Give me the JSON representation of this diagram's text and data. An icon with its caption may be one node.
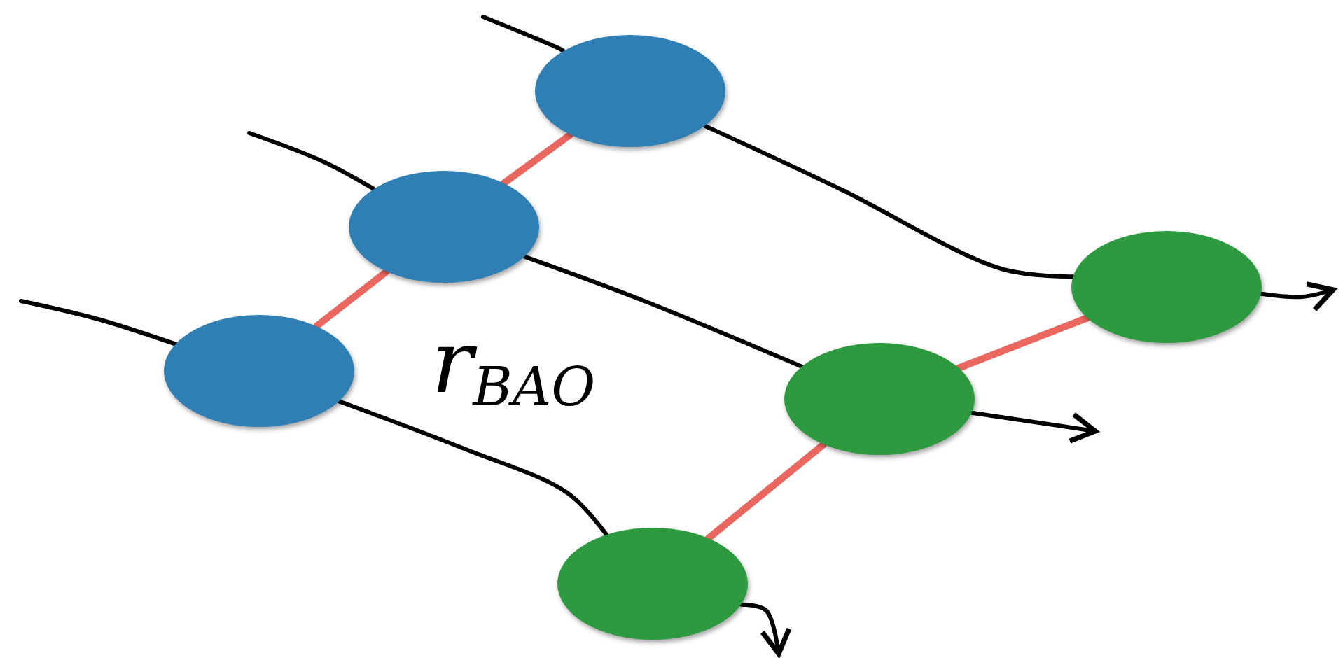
{
  "diagram": {
    "nodes": [
      {
        "text": [],
        "shape": "circle"
      },
      {
        "text": [],
        "shape": "circle"
      },
      {
        "text": [],
        "shape": "circle"
      },
      {
        "text": [],
        "shape": "circle"
      },
      {
        "text": [],
        "shape": "circle"
      },
      {
        "text": [],
        "shape": "circle"
      }
    ],
    "edges": [
      {
        "from": null,
        "to": 2,
        "arrow": "none"
      },
      {
        "from": 2,
        "to": 5,
        "arrow": "none"
      },
      {
        "from": 5,
        "to": null,
        "arrow": "to"
      },
      {
        "from": null,
        "to": 1,
        "arrow": "none"
      },
      {
        "from": 1,
        "to": 4,
        "arrow": "none"
      },
      {
        "from": 4,
        "to": null,
        "arrow": "to"
      },
      {
        "from": null,
        "to": 0,
        "arrow": "none"
      },
      {
        "from": 0,
        "to": 3,
        "arrow": "none"
      },
      {
        "from": 3,
        "to": null,
        "arrow": "to"
      },
      {
        "from": 0,
        "to": 1,
        "arrow": "none",
        "color": "#e8574e"
      },
      {
        "from": 1,
        "to": 2,
        "arrow": "none",
        "color": "#e8574e"
      },
      {
        "from": 3,
        "to": 4,
        "arrow": "none",
        "color": "#e8574e"
      },
      {
        "from": 4,
        "to": 5,
        "arrow": "none",
        "color": "#e8574e"
      }
    ],
    "labels": [
      "r$_{BAO}$"
    ]
  }
}
